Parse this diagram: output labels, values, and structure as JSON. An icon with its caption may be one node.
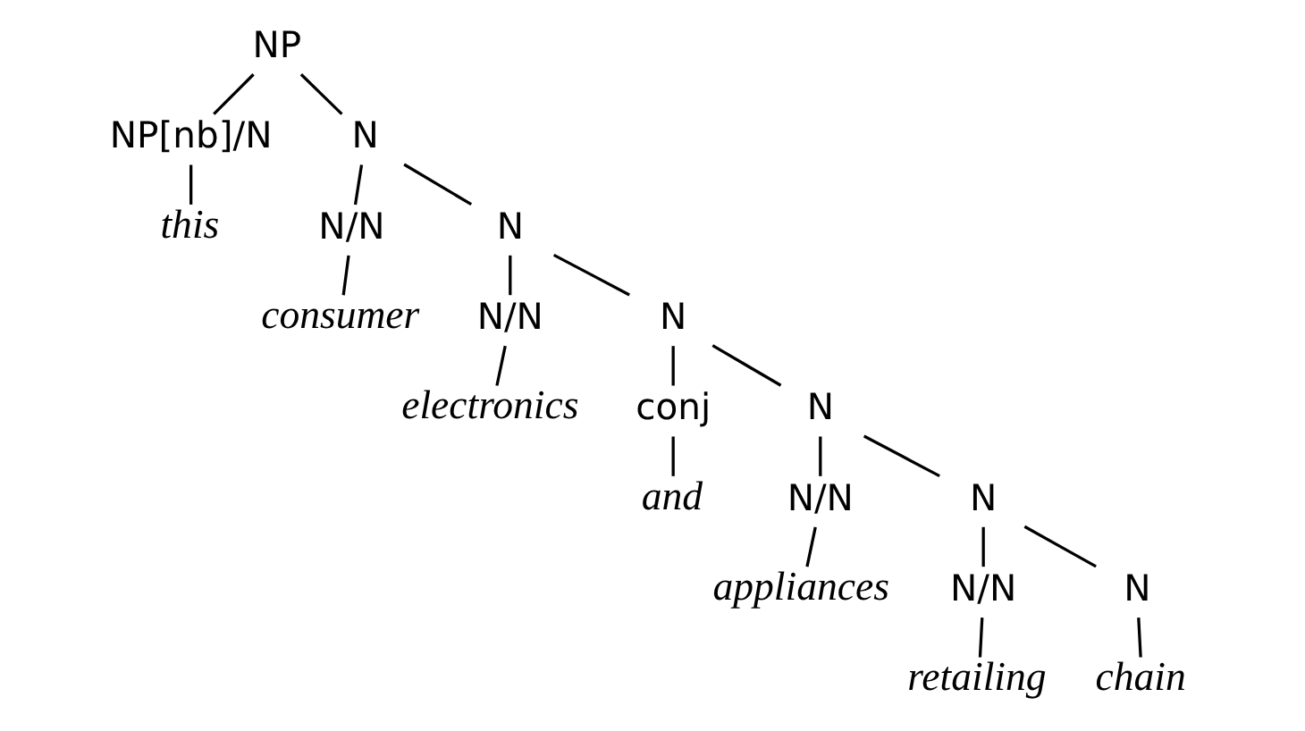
{
  "diagram": {
    "nodes": [
      {
        "text": [
          "NP"
        ]
      },
      {
        "text": [
          "NP[nb]/N"
        ]
      },
      {
        "text": [
          "N"
        ]
      },
      {
        "text": [
          "this"
        ]
      },
      {
        "text": [
          "N/N"
        ]
      },
      {
        "text": [
          "N"
        ]
      },
      {
        "text": [
          "consumer"
        ]
      },
      {
        "text": [
          "N/N"
        ]
      },
      {
        "text": [
          "N"
        ]
      },
      {
        "text": [
          "electronics"
        ]
      },
      {
        "text": [
          "conj"
        ]
      },
      {
        "text": [
          "N"
        ]
      },
      {
        "text": [
          "and"
        ]
      },
      {
        "text": [
          "N/N"
        ]
      },
      {
        "text": [
          "N"
        ]
      },
      {
        "text": [
          "appliances"
        ]
      },
      {
        "text": [
          "N/N"
        ]
      },
      {
        "text": [
          "N"
        ]
      },
      {
        "text": [
          "retailing"
        ]
      },
      {
        "text": [
          "chain"
        ]
      }
    ],
    "edges": [
      {
        "from": 0,
        "to": 1,
        "arrow": "none"
      },
      {
        "from": 0,
        "to": 2,
        "arrow": "none"
      },
      {
        "from": 1,
        "to": 3,
        "arrow": "none"
      },
      {
        "from": 2,
        "to": 4,
        "arrow": "none"
      },
      {
        "from": 2,
        "to": 5,
        "arrow": "none"
      },
      {
        "from": 4,
        "to": 6,
        "arrow": "none"
      },
      {
        "from": 5,
        "to": 7,
        "arrow": "none"
      },
      {
        "from": 5,
        "to": 8,
        "arrow": "none"
      },
      {
        "from": 7,
        "to": 9,
        "arrow": "none"
      },
      {
        "from": 8,
        "to": 10,
        "arrow": "none"
      },
      {
        "from": 8,
        "to": 11,
        "arrow": "none"
      },
      {
        "from": 10,
        "to": 12,
        "arrow": "none"
      },
      {
        "from": 11,
        "to": 13,
        "arrow": "none"
      },
      {
        "from": 11,
        "to": 14,
        "arrow": "none"
      },
      {
        "from": 13,
        "to": 15,
        "arrow": "none"
      },
      {
        "from": 14,
        "to": 16,
        "arrow": "none"
      },
      {
        "from": 14,
        "to": 17,
        "arrow": "none"
      },
      {
        "from": 16,
        "to": 18,
        "arrow": "none"
      },
      {
        "from": 17,
        "to": 19,
        "arrow": "none"
      }
    ]
  }
}
